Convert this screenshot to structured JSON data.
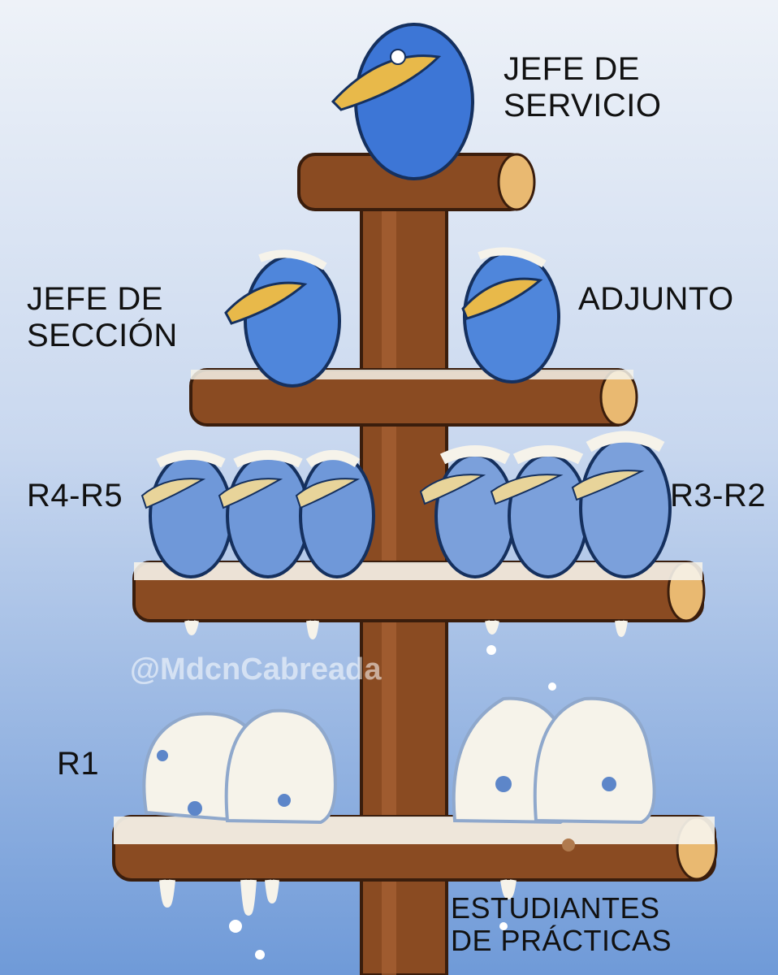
{
  "labels": {
    "jefe_servicio": [
      "JEFE DE",
      "SERVICIO"
    ],
    "jefe_seccion": [
      "JEFE DE",
      "SECCIÓN"
    ],
    "adjunto": "ADJUNTO",
    "r4_r5": "R4-R5",
    "r3_r2": "R3-R2",
    "r1": "R1",
    "estudiantes": [
      "ESTUDIANTES",
      "DE PRÁCTICAS"
    ]
  },
  "watermark": "@MdcnCabreada",
  "colors": {
    "sky_top": "#eef2f8",
    "sky_bottom": "#6f9ad8",
    "wood": "#8a4b22",
    "bird_blue": "#3d76d6",
    "beak": "#e8b94a",
    "snow": "#f6f3ea"
  }
}
